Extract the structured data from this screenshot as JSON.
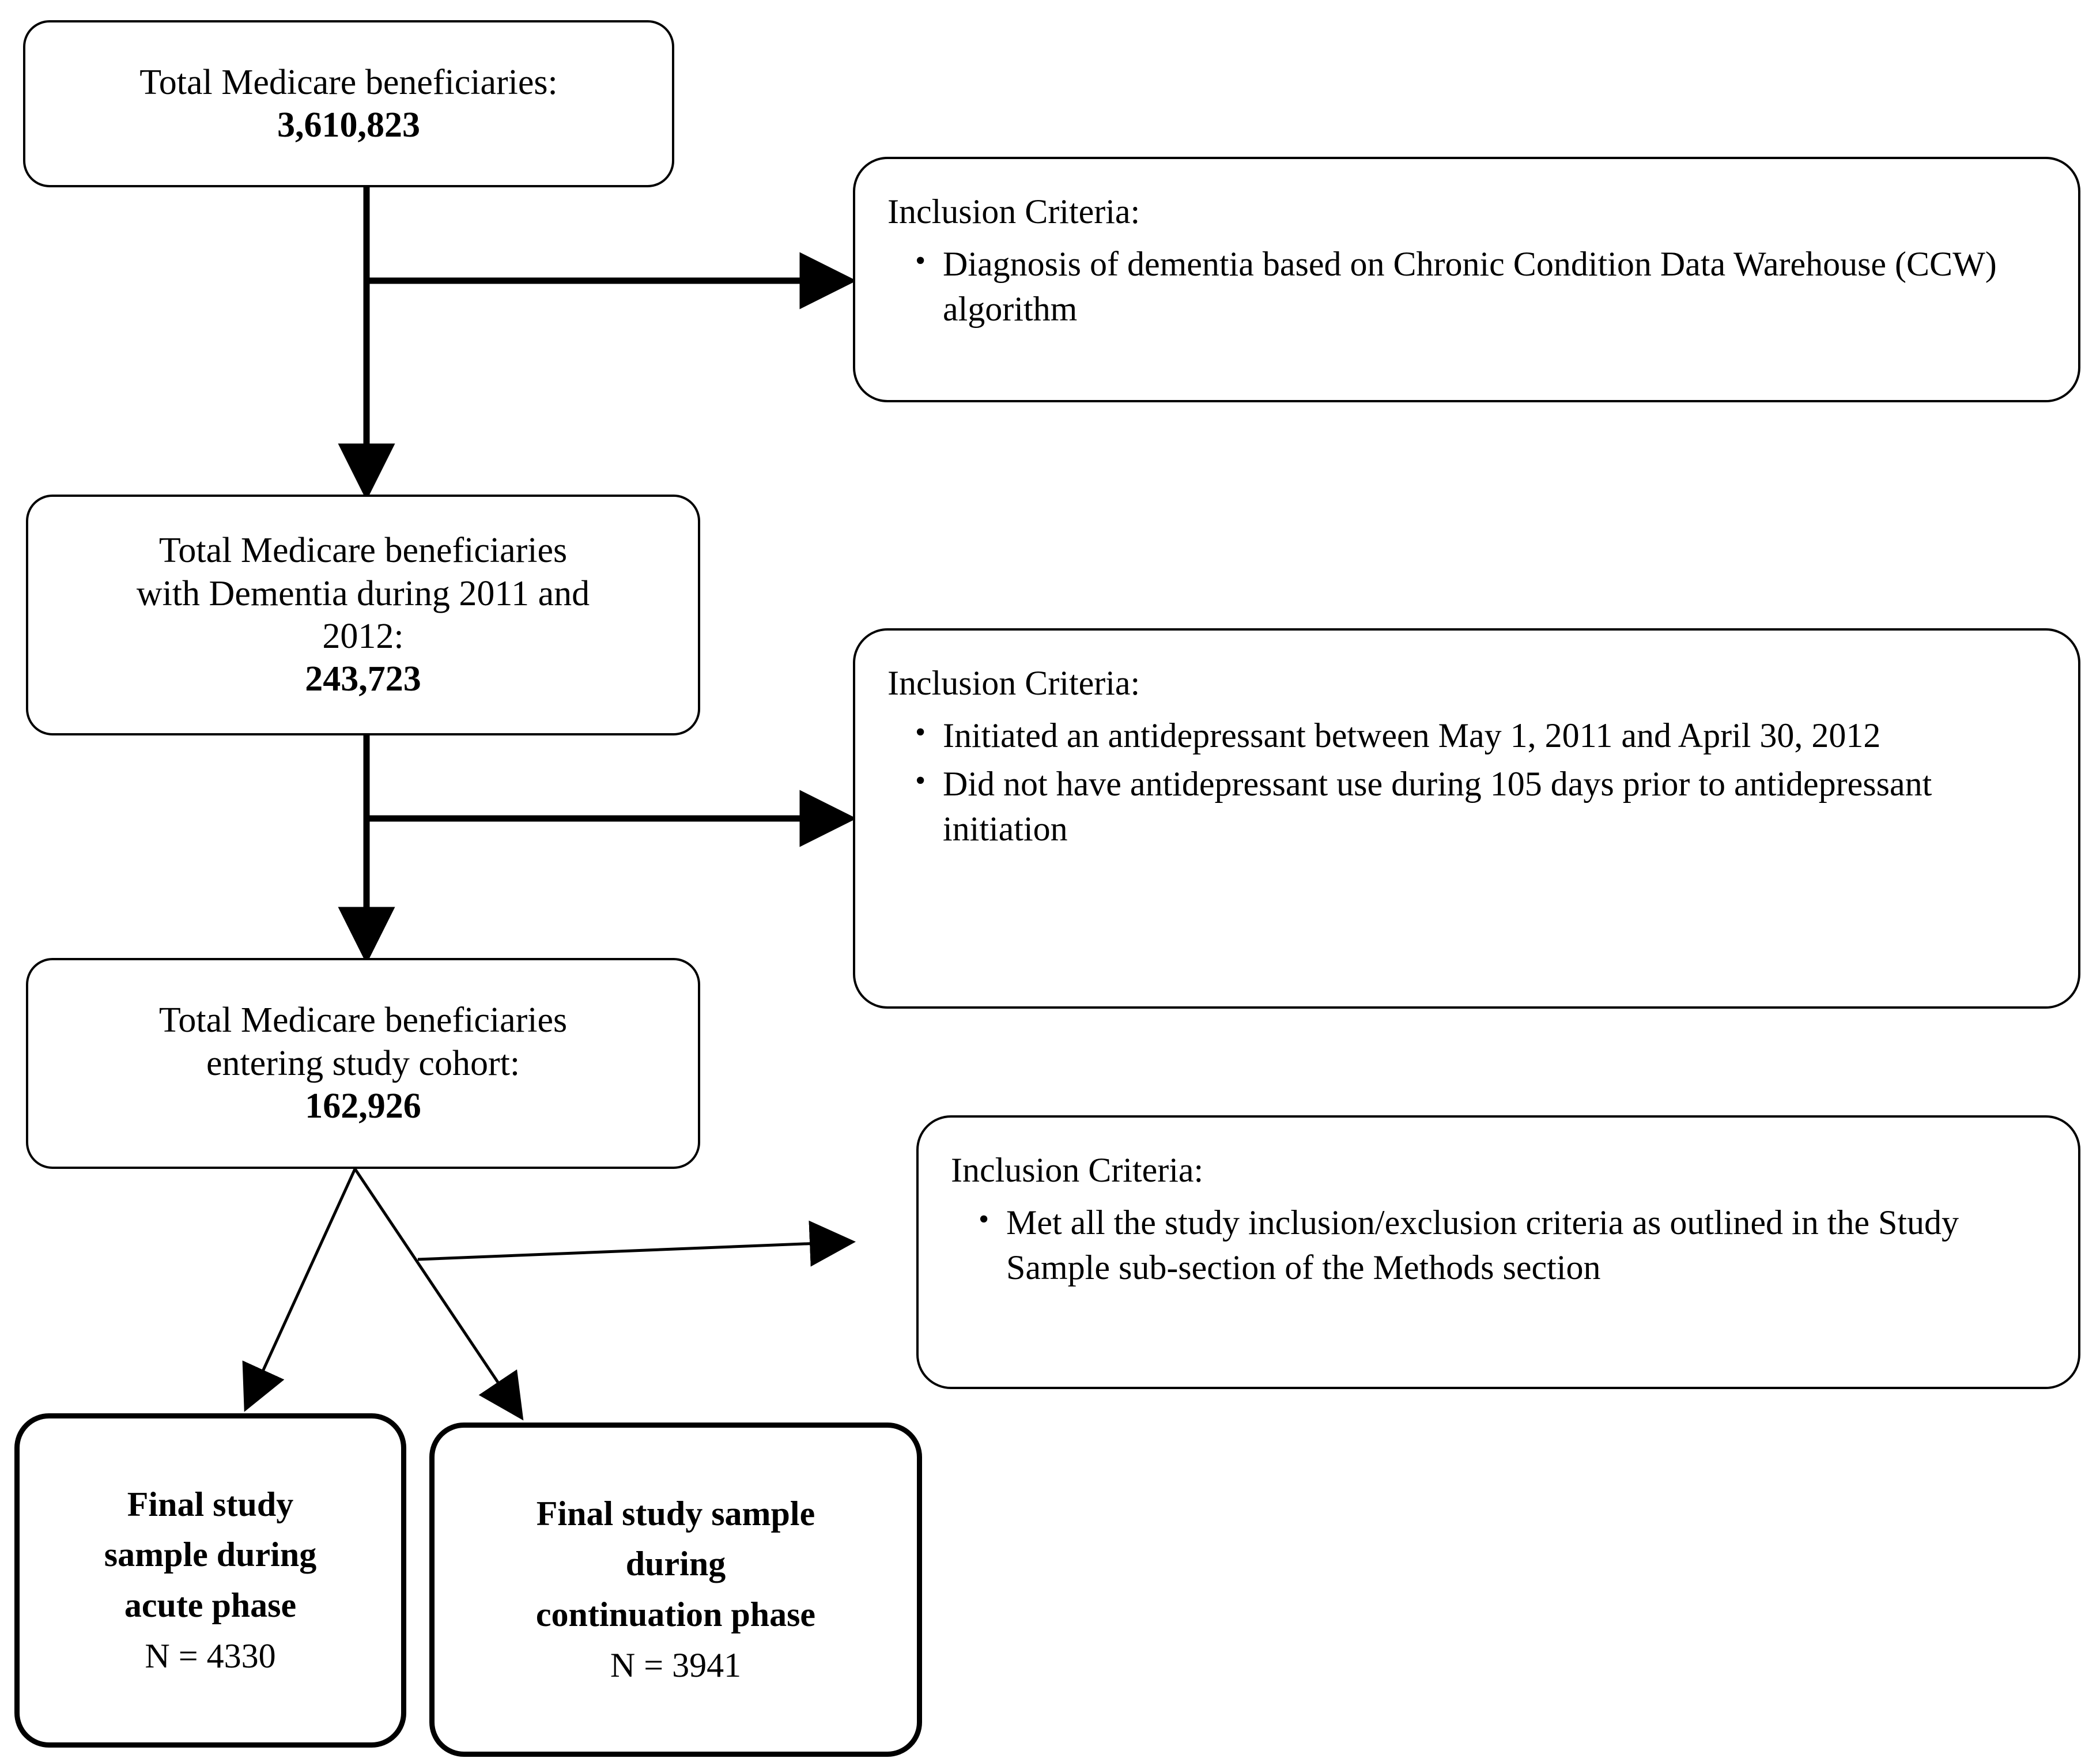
{
  "diagram": {
    "type": "study-flow-diagram",
    "title": "Medicare beneficiaries study cohort flow diagram",
    "line_color": "#000000",
    "box_fill": "#ffffff",
    "background": "#ffffff"
  },
  "cohort_nodes": [
    {
      "id": "total-beneficiaries",
      "lines": [
        "Total Medicare beneficiaries:"
      ],
      "count": "3,610,823"
    },
    {
      "id": "dementia-beneficiaries",
      "lines": [
        "Total Medicare beneficiaries",
        "with Dementia during 2011 and",
        "2012:"
      ],
      "count": "243,723"
    },
    {
      "id": "study-cohort",
      "lines": [
        "Total Medicare beneficiaries",
        "entering study cohort:"
      ],
      "count": "162,926"
    }
  ],
  "criteria_nodes": [
    {
      "id": "criteria-dementia-diagnosis",
      "title": "Inclusion Criteria:",
      "bullet": "•",
      "items": [
        "Diagnosis of dementia based on Chronic Condition Data Warehouse (CCW) algorithm"
      ]
    },
    {
      "id": "criteria-antidepressant-initiation",
      "title": "Inclusion Criteria:",
      "bullet": "•",
      "items": [
        "Initiated an antidepressant between May 1, 2011 and April 30, 2012",
        "Did not have antidepressant use during 105 days prior to antidepressant initiation"
      ]
    },
    {
      "id": "criteria-study-sample",
      "title": "Inclusion Criteria:",
      "bullet": "•",
      "items": [
        "Met all the study inclusion/exclusion criteria as outlined in the Study Sample sub-section of the Methods section"
      ]
    }
  ],
  "final_nodes": [
    {
      "id": "final-acute-phase",
      "lines": [
        "Final study",
        "sample during",
        "acute phase"
      ],
      "n_label": "N = 4330"
    },
    {
      "id": "final-continuation-phase",
      "lines": [
        "Final study sample",
        "during",
        "continuation phase"
      ],
      "n_label": "N = 3941"
    }
  ]
}
